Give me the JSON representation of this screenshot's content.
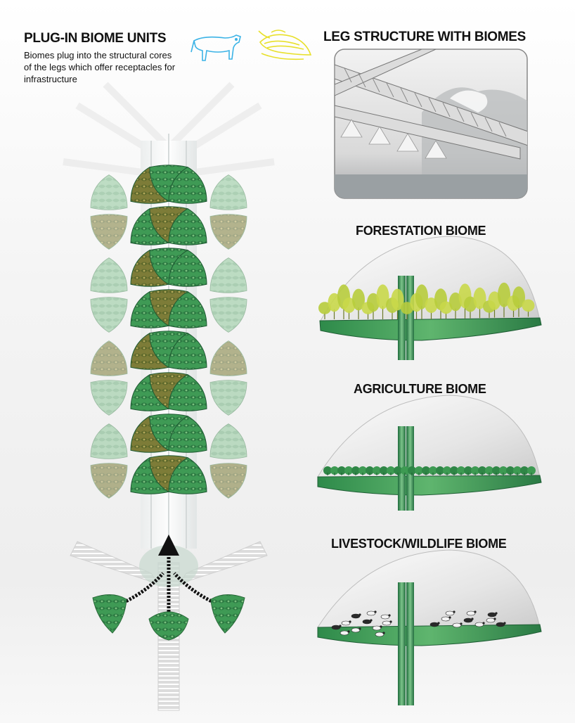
{
  "plug_in": {
    "title": "PLUG-IN BIOME UNITS",
    "description": "Biomes plug into the structural cores of the legs which offer receptacles for infrastructure"
  },
  "leg_structure": {
    "title": "LEG STRUCTURE WITH BIOMES"
  },
  "forestation": {
    "title": "FORESTATION BIOME"
  },
  "agriculture": {
    "title": "AGRICULTURE BIOME"
  },
  "livestock": {
    "title": "LIVESTOCK/WILDLIFE BIOME"
  },
  "icons": [
    "cow-icon",
    "corn-icon"
  ],
  "colors": {
    "biome_green": "#3f9a55",
    "biome_brown": "#8a7a3a",
    "cow_outline": "#3bb3e6",
    "corn_outline": "#e8e02a",
    "foliage": "#c9d84a",
    "crops": "#3d9a52"
  }
}
